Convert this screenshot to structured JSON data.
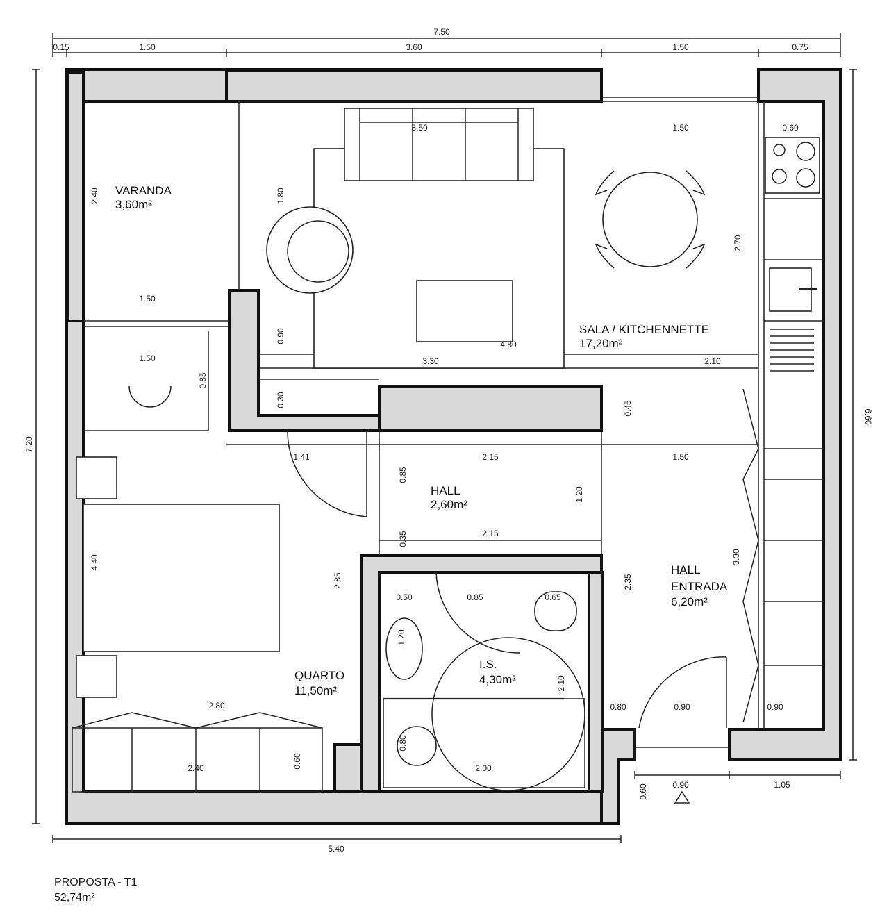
{
  "rooms": [
    {
      "name": "VARANDA",
      "area": "3,60m²"
    },
    {
      "name": "SALA / KITCHENNETTE",
      "area": "17,20m²"
    },
    {
      "name": "HALL",
      "area": "2,60m²"
    },
    {
      "name": "HALL",
      "name2": "ENTRADA",
      "area": "6,20m²"
    },
    {
      "name": "I.S.",
      "area": "4,30m²"
    },
    {
      "name": "QUARTO",
      "area": "11,50m²"
    }
  ],
  "dimensions": {
    "top_total": "7.50",
    "top_segments": [
      "0.15",
      "1.50",
      "3.60",
      "1.50",
      "0.75"
    ],
    "left_total": "7.20",
    "right_total": "6.60",
    "bottom_total": "5.40",
    "bottom_right": [
      "0.90",
      "1.05"
    ],
    "bottom_small": "0.60",
    "interior": {
      "sala_w1": "3.50",
      "sala_w2": "1.50",
      "kitchen_w": "0.60",
      "varanda_h": "2.40",
      "varanda_w": "1.50",
      "corridor_w": "1.50",
      "sofa_h": "1.80",
      "rug_w": "4.80",
      "small_h": "0.90",
      "sala_bottom_1": "3.30",
      "sala_bottom_2": "2.10",
      "kitchen_h": "2.70",
      "dim_085": "0.85",
      "dim_030": "0.30",
      "dim_045": "0.45",
      "hall_141": "1.41",
      "hall_215a": "2.15",
      "hall_150": "1.50",
      "hall_085": "0.85",
      "hall_120": "1.20",
      "hall_035": "0.35",
      "hall_215b": "2.15",
      "entrada_330": "3.30",
      "is_235": "2.35",
      "quarto_440": "4.40",
      "quarto_285": "2.85",
      "quarto_280": "2.80",
      "quarto_240": "2.40",
      "quarto_060": "0.60",
      "is_050": "0.50",
      "is_085": "0.85",
      "is_065": "0.65",
      "is_120": "1.20",
      "is_210": "2.10",
      "is_200": "2.00",
      "is_080": "0.80",
      "door_080": "0.80",
      "door_090a": "0.90",
      "door_090b": "0.90"
    }
  },
  "caption": {
    "title": "PROPOSTA - T1",
    "area": "52,74m²"
  }
}
